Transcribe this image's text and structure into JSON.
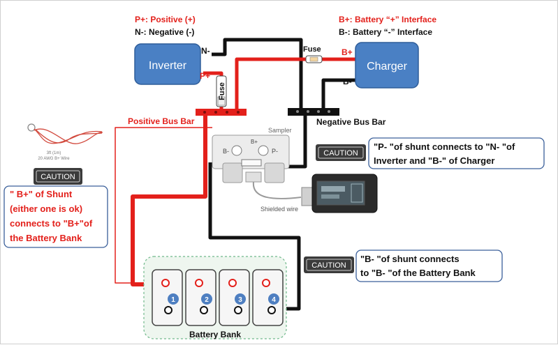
{
  "legend": {
    "pplus": "P+: Positive (+)",
    "nminus": "N-: Negative (-)",
    "bplus": "B+: Battery “+” Interface",
    "bminus": "B-: Battery “-” Interface"
  },
  "devices": {
    "inverter": "Inverter",
    "charger": "Charger"
  },
  "terminals": {
    "n_minus": "N-",
    "p_plus": "P+",
    "b_plus": "B+",
    "b_minus": "B-",
    "shunt_b_minus": "B-",
    "shunt_b_plus": "B+",
    "shunt_p_minus": "P-"
  },
  "fuse": {
    "top": "Fuse",
    "vertical": "Fuse"
  },
  "bus_bars": {
    "positive": "Positive Bus Bar",
    "negative": "Negative Bus Bar"
  },
  "shunt": {
    "sampler": "Sampler",
    "shielded_wire": "Shielded wire"
  },
  "wire_product": {
    "line1": "3ft (1m)",
    "line2": "20 AWG B+ Wire"
  },
  "cautions": {
    "label": "CAUTION",
    "left_lines": [
      "\" B+\" of Shunt",
      "(either one is ok)",
      "connects to \"B+\"of",
      "the Battery Bank"
    ],
    "right_top_lines": [
      "\"P- \"of shunt connects to \"N- \"of",
      "Inverter and \"B-\" of Charger"
    ],
    "right_bottom_lines": [
      "\"B- \"of shunt connects",
      "to \"B- \"of the Battery Bank"
    ]
  },
  "battery": {
    "title": "Battery Bank",
    "numbers": [
      "1",
      "2",
      "3",
      "4"
    ]
  },
  "colors": {
    "red": "#e3201b",
    "black": "#111111",
    "device_blue": "#4a80c4",
    "battery_badge": "#4e7fc1",
    "caution_bg": "#3b3b3b",
    "note_border": "#3a5f9a"
  }
}
